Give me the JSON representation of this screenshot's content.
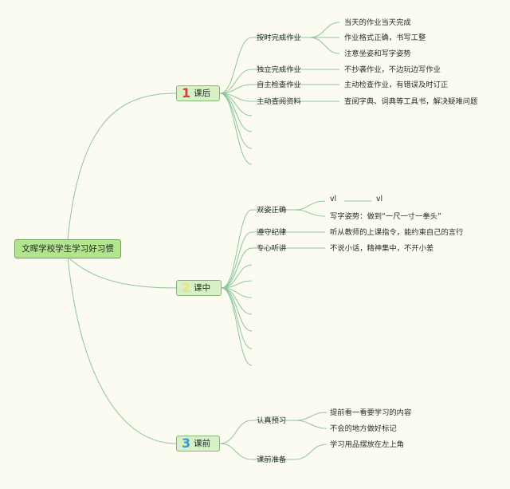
{
  "root": {
    "title": "文晖学校学生学习好习惯"
  },
  "branches": [
    {
      "num": "1",
      "num_color": "#e03a3a",
      "label": "课后",
      "topics": [
        {
          "label": "按时完成作业",
          "items": [
            "当天的作业当天完成",
            "作业格式正确，书写工整",
            "注意坐姿和写字姿势"
          ]
        },
        {
          "label": "独立完成作业",
          "items": [
            "不抄袭作业，不边玩边写作业"
          ]
        },
        {
          "label": "自主检查作业",
          "items": [
            "主动检查作业，有错误及时订正"
          ]
        },
        {
          "label": "主动查阅资料",
          "items": [
            "查阅字典、词典等工具书，解决疑难问题"
          ]
        }
      ]
    },
    {
      "num": "2",
      "num_color": "#f4e07a",
      "label": "课中",
      "topics": [
        {
          "label": "双姿正确",
          "items": [
            "vl",
            "vl",
            "写字姿势：做到“一尺一寸一拳头”"
          ]
        },
        {
          "label": "遵守纪律",
          "items": [
            "听从教师的上课指令，能约束自己的言行"
          ]
        },
        {
          "label": "专心听讲",
          "items": [
            "不说小话，精神集中，不开小差"
          ]
        }
      ]
    },
    {
      "num": "3",
      "num_color": "#2f9ad9",
      "label": "课前",
      "topics": [
        {
          "label": "认真预习",
          "items": [
            "提前看一看要学习的内容",
            "不会的地方做好标记"
          ]
        },
        {
          "label": "课前准备",
          "items": [
            "学习用品摆放在左上角"
          ]
        }
      ]
    }
  ],
  "colors": {
    "line": "#8cc69a",
    "background": "#fcfbf1"
  }
}
